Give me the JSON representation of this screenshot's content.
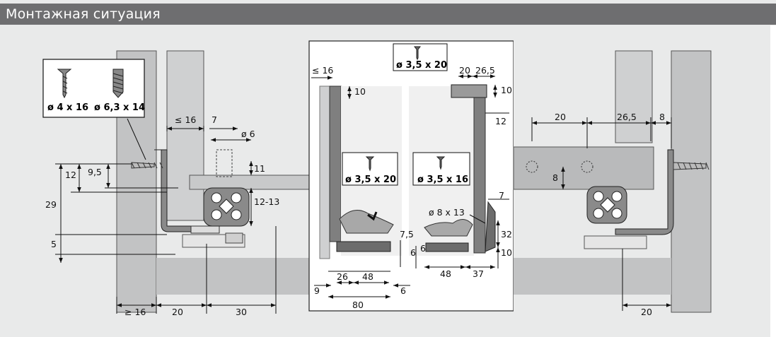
{
  "header": {
    "title": "Монтажная ситуация"
  },
  "colors": {
    "header_bg": "#6e6e70",
    "panel": "#c2c3c4",
    "panel_light": "#dcdddd",
    "steel": "#7f7f7f",
    "line": "#111111"
  },
  "screws": {
    "left_a": "ø 4 x 16",
    "left_b": "ø 6,3 x 14",
    "top": "ø 3,5 x 20",
    "mid_a": "ø 3,5 x 20",
    "mid_b": "ø 3,5 x 16"
  },
  "dims": {
    "left": {
      "le16": "≤ 16",
      "d7": "7",
      "dia6": "ø 6",
      "d12": "12",
      "d95": "9,5",
      "d11": "11",
      "d29": "29",
      "d1213": "12-13",
      "d5": "5",
      "ge16": "≥ 16",
      "d20": "20",
      "d30": "30"
    },
    "mid": {
      "le16": "≤ 16",
      "d10a": "10",
      "d20": "20",
      "d265": "26,5",
      "d10b": "10",
      "d12": "12",
      "d7": "7",
      "dia813": "ø 8 x 13",
      "d32": "32",
      "d75": "7,5",
      "d6a": "6",
      "d6b": "6",
      "d10c": "10",
      "d26": "26",
      "d48a": "48",
      "d9": "9",
      "d6c": "6",
      "d80": "80",
      "d48b": "48",
      "d37": "37"
    },
    "right": {
      "d20": "20",
      "d265": "26,5",
      "d8a": "8",
      "d8b": "8",
      "d20b": "20"
    }
  }
}
